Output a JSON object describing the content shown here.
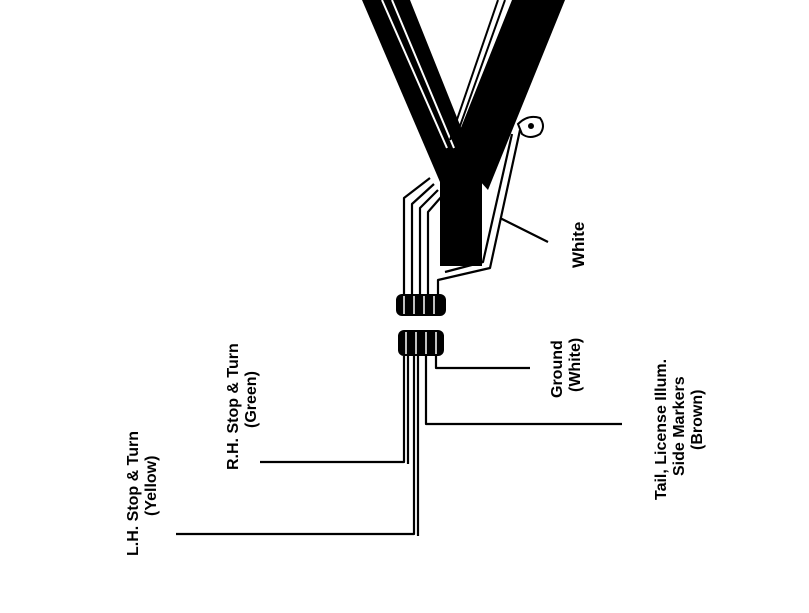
{
  "labels": {
    "white": "White",
    "ground_line1": "Ground",
    "ground_line2": "(White)",
    "tail_line1": "Tail, License Illum.",
    "tail_line2": "Side Markers",
    "tail_line3": "(Brown)",
    "rh_line1": "R.H. Stop & Turn",
    "rh_line2": "(Green)",
    "lh_line1": "L.H. Stop & Turn",
    "lh_line2": "(Yellow)"
  }
}
